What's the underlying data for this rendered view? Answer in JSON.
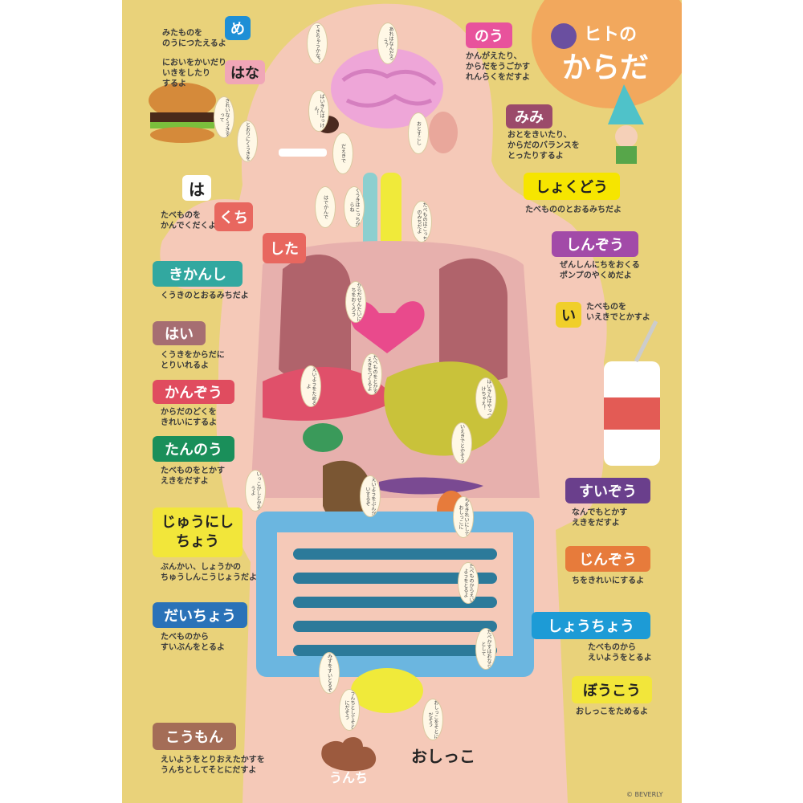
{
  "title": {
    "line1": "ヒトの",
    "line2": "からだ"
  },
  "copyright": "© BEVERLY",
  "labels": {
    "me": {
      "name": "め",
      "desc": "みたものを\nのうにつたえるよ"
    },
    "hana": {
      "name": "はな",
      "desc": "においをかいだり\nいきをしたり\nするよ"
    },
    "ha": {
      "name": "は",
      "desc": "たべものを\nかんでくだくよ"
    },
    "kuchi": {
      "name": "くち",
      "desc": ""
    },
    "shita": {
      "name": "した",
      "desc": ""
    },
    "kikanshi": {
      "name": "きかんし",
      "desc": "くうきのとおるみちだよ"
    },
    "hai": {
      "name": "はい",
      "desc": "くうきをからだに\nとりいれるよ"
    },
    "kanzou": {
      "name": "かんぞう",
      "desc": "からだのどくを\nきれいにするよ"
    },
    "tannou": {
      "name": "たんのう",
      "desc": "たべものをとかす\nえきをだすよ"
    },
    "juunishichou": {
      "name1": "じゅうにし",
      "name2": "ちょう",
      "desc": "ぶんかい、しょうかの\nちゅうしんこうじょうだよ"
    },
    "daichou": {
      "name": "だいちょう",
      "desc": "たべものから\nすいぶんをとるよ"
    },
    "koumon": {
      "name": "こうもん",
      "desc": "えいようをとりおえたかすを\nうんちとしてそとにだすよ"
    },
    "nou": {
      "name": "のう",
      "desc": "かんがえたり、\nからだをうごかす\nれんらくをだすよ"
    },
    "mimi": {
      "name": "みみ",
      "desc": "おとをきいたり、\nからだのバランスを\nとったりするよ"
    },
    "shokudou": {
      "name": "しょくどう",
      "desc": "たべもののとおるみちだよ"
    },
    "shinzou": {
      "name": "しんぞう",
      "desc": "ぜんしんにちをおくる\nポンプのやくめだよ"
    },
    "i": {
      "name": "い",
      "desc": "たべものを\nいえきでとかすよ"
    },
    "suizou": {
      "name": "すいぞう",
      "desc": "なんでもとかす\nえきをだすよ"
    },
    "jinzou": {
      "name": "じんぞう",
      "desc": "ちをきれいにするよ"
    },
    "shouchou": {
      "name": "しょうちょう",
      "desc": "たべものから\nえいようをとるよ"
    },
    "boukou": {
      "name": "ぼうこう",
      "desc": "おしっこをためるよ"
    }
  },
  "plain_labels": {
    "oshikko": "おしっこ",
    "unchi": "うんち"
  },
  "bubbles": [
    "てきちゃうかな？",
    "あれはなんだろう？",
    "ばいきんはっけん！",
    "きれいなくうきすって",
    "とおりにくうきを",
    "おとすこし",
    "だえきで",
    "はでかんで",
    "くうきはこっちからね",
    "たべものはこっちのみちだよ",
    "からだぜんたいにちをおくろう",
    "たべものをとかすえきをつくるよ",
    "ばいきんはやっつけちゃえ！",
    "えいようをためるよ",
    "いえきでとかそう",
    "いっこかしとかそうよ",
    "えいようをぶんかいするぞ",
    "ちをきれいにしておしっこに",
    "たべものからえいようをとるよ",
    "みずをすいとるぞ",
    "たべかすはおならとして",
    "うんちとしてそとにだそう",
    "おしっこをそとにだそう"
  ],
  "colors": {
    "background": "#e9d27a",
    "skin": "#f2c6b6",
    "me": "#1e8fd6",
    "hana": "#f0a6b7",
    "ha": "#ffffff",
    "kuchi": "#e8675f",
    "shita": "#e8675f",
    "kikanshi": "#32a8a0",
    "hai": "#a66e72",
    "kanzou": "#e04c5f",
    "tannou": "#1a8f5a",
    "juunishichou": "#f2e63a",
    "daichou": "#2a72b8",
    "koumon": "#a46d57",
    "nou": "#e8529c",
    "mimi": "#9b4a6a",
    "shokudou": "#f6e500",
    "shinzou": "#a24aa8",
    "i": "#f0cf2a",
    "suizou": "#6a3f8c",
    "jinzou": "#e77b3b",
    "shouchou": "#1d9bd6",
    "boukou": "#f2e63a"
  }
}
